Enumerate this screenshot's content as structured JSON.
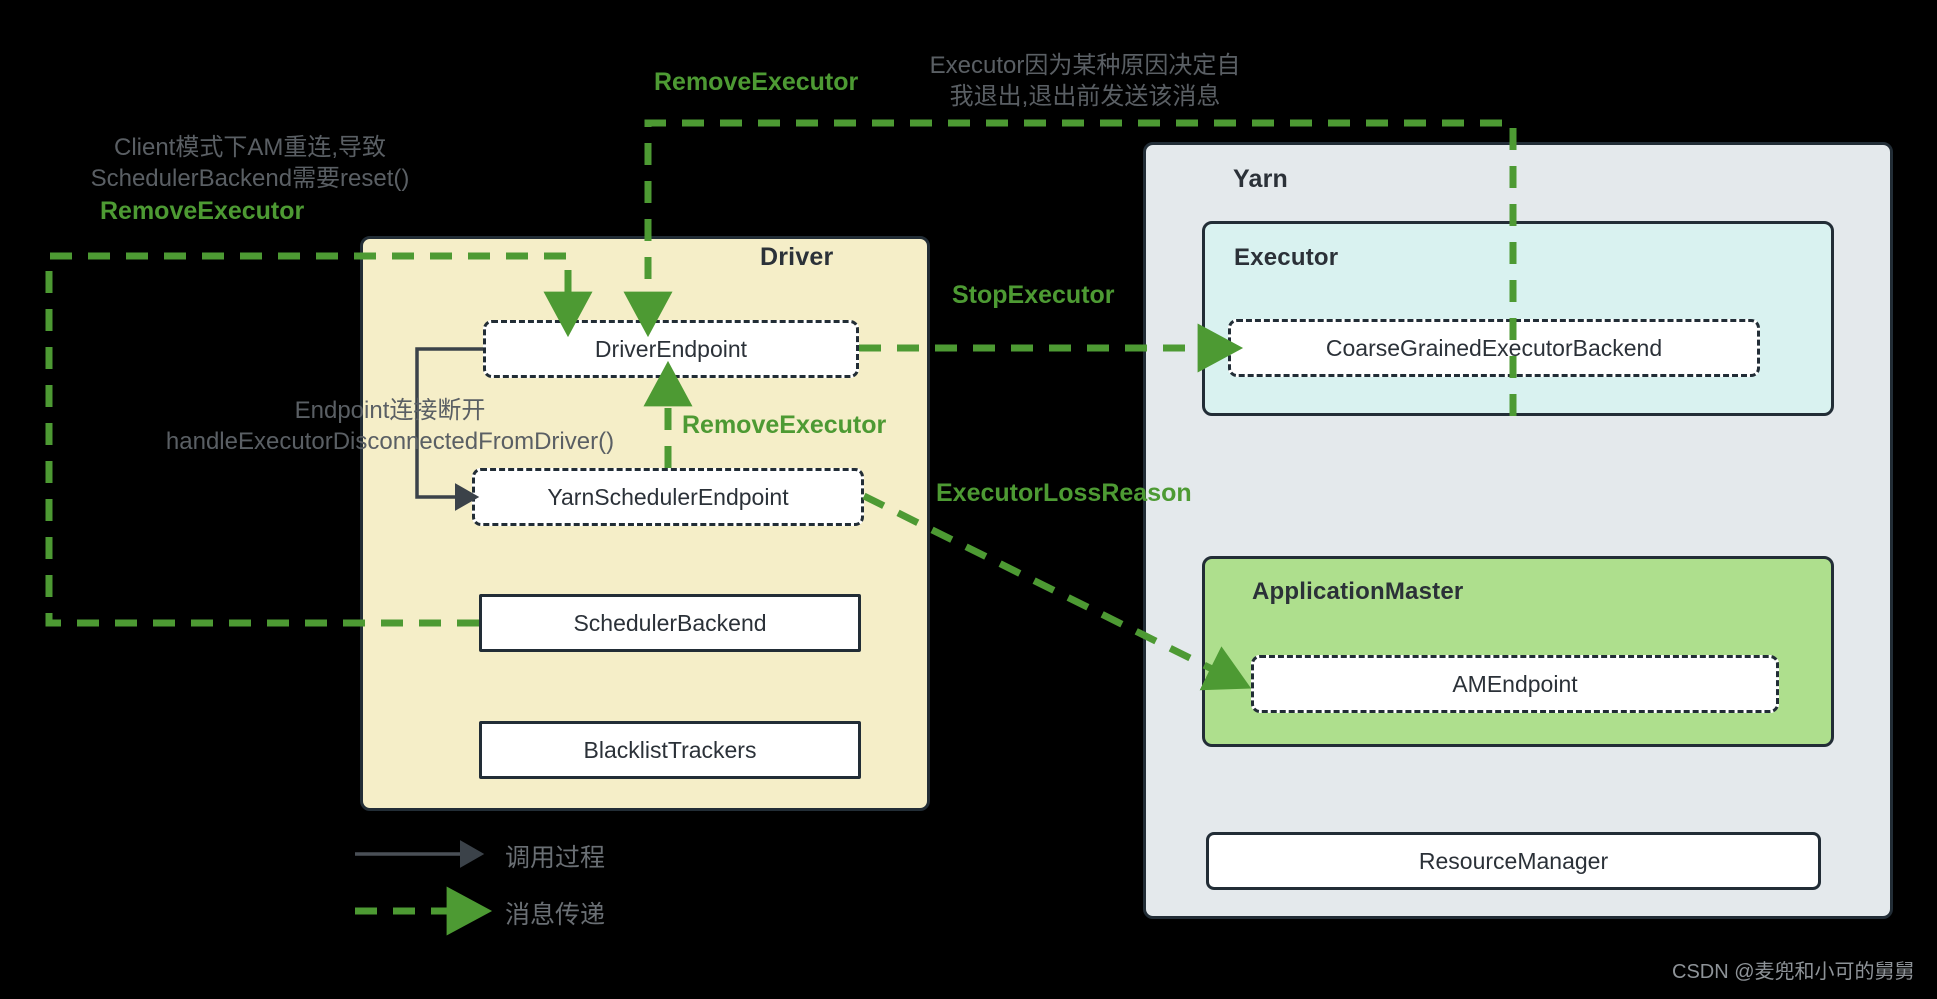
{
  "diagram": {
    "title": "Spark on Yarn Executor Loss Message Flow",
    "colors": {
      "background": "#000000",
      "driver_panel": "#f5eec8",
      "yarn_panel": "#e4e9ec",
      "executor_panel": "#d9f2f0",
      "application_master_panel": "#aedf8d",
      "node_fill": "#ffffff",
      "stroke": "#222d36",
      "message_green": "#4d9a33",
      "annotation_gray": "#5a5f64",
      "legend_gray": "#6a6f74",
      "watermark_gray": "#8e9398"
    }
  },
  "panels": {
    "driver": {
      "title": "Driver"
    },
    "yarn": {
      "title": "Yarn"
    },
    "executor": {
      "title": "Executor"
    },
    "application_master": {
      "title": "ApplicationMaster"
    }
  },
  "nodes": {
    "driver_endpoint": "DriverEndpoint",
    "yarn_scheduler_endpoint": "YarnSchedulerEndpoint",
    "scheduler_backend": "SchedulerBackend",
    "blacklist_trackers": "BlacklistTrackers",
    "coarse_grained_executor_backend": "CoarseGrainedExecutorBackend",
    "am_endpoint": "AMEndpoint",
    "resource_manager": "ResourceManager"
  },
  "annotations": {
    "client_mode_reconnect": "Client模式下AM重连,导致\nSchedulerBackend需要reset()",
    "executor_self_exit": "Executor因为某种原因决定自\n我退出,退出前发送该消息",
    "endpoint_disconnected": "Endpoint连接断开\nhandleExecutorDisconnectedFromDriver()"
  },
  "messages": {
    "remove_executor_left": "RemoveExecutor",
    "remove_executor_top": "RemoveExecutor",
    "remove_executor_inner": "RemoveExecutor",
    "stop_executor": "StopExecutor",
    "executor_loss_reason": "ExecutorLossReason"
  },
  "legend": {
    "items": [
      {
        "style": "solid",
        "label": "调用过程"
      },
      {
        "style": "dashed",
        "label": "消息传递"
      }
    ]
  },
  "watermark": {
    "text": "CSDN @麦兜和小可的舅舅"
  }
}
